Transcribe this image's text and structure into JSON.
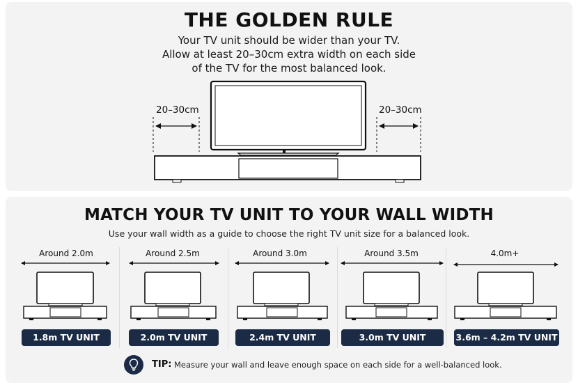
{
  "golden_rule": {
    "title": "THE GOLDEN RULE",
    "lines": [
      "Your TV unit should be wider than your TV.",
      "Allow at least 20–30cm extra width on each side",
      "of the TV for the most balanced look."
    ],
    "left_dimension": "20–30cm",
    "right_dimension": "20–30cm"
  },
  "match": {
    "title": "MATCH YOUR TV UNIT TO YOUR WALL WIDTH",
    "subtitle": "Use your wall width as a guide to choose the right TV unit size for a balanced look.",
    "columns": [
      {
        "wall_width": "Around 2.0m",
        "unit_size": "1.8m TV UNIT"
      },
      {
        "wall_width": "Around 2.5m",
        "unit_size": "2.0m TV UNIT"
      },
      {
        "wall_width": "Around 3.0m",
        "unit_size": "2.4m TV UNIT"
      },
      {
        "wall_width": "Around 3.5m",
        "unit_size": "3.0m TV UNIT"
      },
      {
        "wall_width": "4.0m+",
        "unit_size": "3.6m – 4.2m TV UNIT"
      }
    ]
  },
  "tip": {
    "icon": "lightbulb-icon",
    "label": "TIP:",
    "text": "Measure your wall and leave enough space on each side for a well-balanced look."
  },
  "colors": {
    "panel_background": "#f3f3f3",
    "badge_background": "#1b2a45",
    "line_color": "#111111"
  }
}
